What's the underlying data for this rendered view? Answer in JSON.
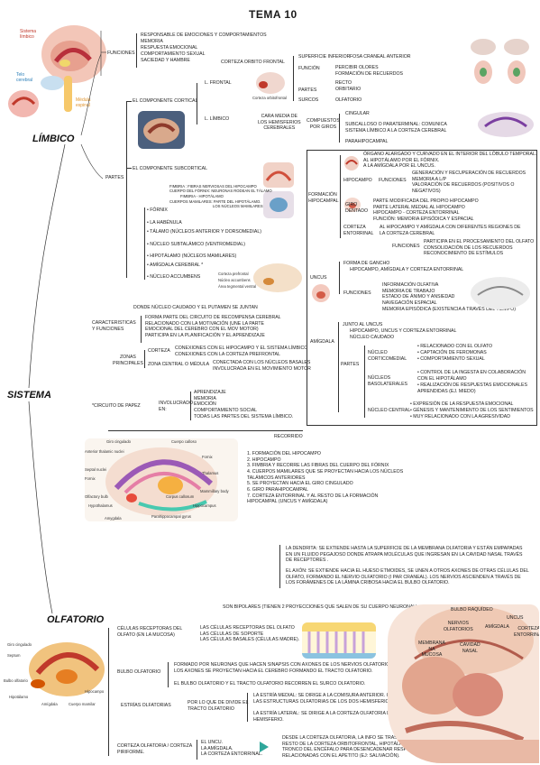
{
  "title": "TEMA 10",
  "headings": {
    "limbico": "LÍMBICO",
    "sistema": "SISTEMA",
    "olfatorio": "OLFATORIO"
  },
  "brain_top": {
    "limbic": "Sistema límbico",
    "cortex": "Telo cerebral",
    "spinal": "Médula espinal"
  },
  "funciones": {
    "label": "FUNCIONES",
    "items": [
      "RESPONSABLE DE EMOCIONES Y COMPORTAMIENTOS",
      "MEMORIA",
      "RESPUESTA EMOCIONAL",
      "COMPORTAMIENTO SEXUAL",
      "SACIEDAD Y HAMBRE"
    ]
  },
  "partes_label": "PARTES",
  "cortical": {
    "label": "EL COMPONENTE CORTICAL",
    "l_frontal": "L. FRONTAL",
    "corteza_orbito": "CORTEZA ORBITO FRONTAL",
    "corteza_orbito_caption": "Corteza orbitofrontal",
    "superficie": "SUPERFICIE INFERIOR",
    "fosa": "FOSA CRANEAL ANTERIOR",
    "funcion": "FUNCIÓN",
    "funcion_items": "PERCIBIR OLORES\nFORMACIÓN DE RECUERDOS",
    "partes": "PARTES",
    "recto": "RECTO\nORBITARIO",
    "surcos": "SURCOS",
    "olfatorio": "OLFATORIO",
    "l_limbico": "L. LÍMBICO",
    "cara_media": "CARA MEDIA DE\nLOS HEMISFERIOS\nCEREBRALES",
    "compuestos": "COMPUESTOS\nPOR GIROS",
    "cingular": "CINGULAR",
    "subcalloso": "SUBCALLOSO O PARATERMINAL: COMUNICA\nSISTEMA LÍMBICO A LA CORTEZA CEREBRAL",
    "parahipocampal": "PARAHIPOCAMPAL"
  },
  "subcortical": {
    "label": "EL COMPONENTE SUBCORTICAL",
    "fimbria_notes": "FIMBRIA : FIBRAS NERVIOSAS DEL HIPOCAMPO\nCUERPO DEL FÓRNIX: NEURONAS RODEAN EL TÁLAMO",
    "fimbria_sub": "FIMBRIA - HIPOTÁLAMO",
    "mamilares": "CUERPOS MAMILARES: PARTE DEL HIPOTÁLAMO.",
    "nucleos_tal": "LOS NÚCLEOS MAMILARES",
    "items": [
      "FÓRNIX",
      "LA HABÉNULA",
      "TÁLAMO (NÚCLEOS ANTERIOR Y DORSOMEDIAL)",
      "NÚCLEO SUBTALÁMICO (VENTROMEDIAL)",
      "HIPOTÁLAMO (NÚCLEOS MAMILARES)",
      "AMÍGDALA CEREBRAL *",
      "NÚCLEO ACCUMBENS"
    ],
    "accumbens_caption": "Corteza prefrontal\nNúcleo accumbens\nÁrea tegmental ventral",
    "donde": "DONDE NÚCLEO CAUDADO Y EL PUTAMEN SE JUNTAN"
  },
  "hipocampal": {
    "formacion": "FORMACIÓN\nHIPOCAMPAL",
    "organo": "ÓRGANO ALARGADO Y CURVADO EN EL INTERIOR DEL LÓBULO TEMPORAL.\nAL HIPOTÁLAMO POR EL FÓRNIX.\nA LA AMÍGDALA POR EL UNCUS.",
    "hipocampo": "HIPOCAMPO",
    "funciones": "FUNCIONES",
    "hip_funciones": "GENERACIÓN Y RECUPERACIÓN DE RECUERDOS\nMEMORIA A L/P\nVALORACIÓN DE RECUERDOS (POSITIVOS O NEGATIVOS)",
    "giro_dentado": "GIRO\nDENTADO",
    "giro_text": "PARTE MODIFICADA DEL PROPIO HIPOCAMPO\nPARTE LATERAL MEDIAL AL HIPOCAMPO\nHIPOCAMPO - CORTEZA ENTORRINAL\nFUNCIÓN: MEMORIA EPISÓDICA Y ESPACIAL",
    "corteza_entorrinal": "CORTEZA\nENTORRINAL",
    "entorrinal_text": "AL HIPOCAMPO Y AMÍGDALA CON DIFERENTES REGIONES DE\nLA CORTEZA CEREBRAL",
    "ent_funciones": "PARTICIPA EN EL PROCESAMIENTO DEL OLFATO\nCONSOLIDACIÓN DE LOS RECUERDOS\nRECONOCIMIENTO DE ESTÍMULOS",
    "uncus": "UNCUS",
    "forma": "FORMA DE GANCHO",
    "forma_sub": "HIPOCAMPO, AMÍGDALA Y CORTEZA ENTORRINAL",
    "uncus_funciones": "FUNCIONES",
    "uncus_items": "INFORMACIÓN OLFATIVA\nMEMORIA DE TRABAJO\nESTADO DE ÁNIMO Y ANSIEDAD\nNAVEGACIÓN ESPACIAL\nMEMORIA EPISÓDICA (EXISTENCIA A TRAVÉS DEL TIEMPO)",
    "amigdala": "AMÍGDALA",
    "junto": "JUNTO AL UNCUS",
    "junto_items": "HIPOCAMPO, UNCUS Y CORTEZA ENTORRINAL\nNÚCLEO CAUDADO",
    "amig_partes": "PARTES",
    "corticomedial": "NÚCLEO\nCORTICOMEDIAL",
    "corticomedial_items": [
      "RELACIONADO CON EL OLFATO",
      "CAPTACIÓN DE FEROMONAS",
      "COMPORTAMIENTO SEXUAL"
    ],
    "basolaterales": "NÚCLEOS\nBASOLATERALES",
    "basolaterales_items": [
      "CONTROL DE LA INGESTA EN COLABORACIÓN CON EL HIPOTÁLAMO",
      "REALIZACIÓN DE RESPUESTAS EMOCIONALES APRENDIDAS (EJ. MIEDO)"
    ],
    "central": "NÚCLEO CENTRAL",
    "central_items": [
      "EXPRESIÓN DE LA RESPUESTA EMOCIONAL",
      "GÉNESIS Y MANTENIMIENTO DE LOS SENTIMIENTOS",
      "MUY RELACIONADO CON LA AGRESIVIDAD"
    ]
  },
  "caracteristicas": {
    "label": "CARACTERISTICAS\nY FUNCIONES",
    "text": "FORMA PARTE DEL CIRCUITO DE RECOMPENSA CEREBRAL\nRELACIONADO CON LA MOTIVACIÓN (UNE LA PARTE\nEMOCIONAL DEL CEREBRO CON EL MOV MOTOR)\nPARTICIPA EN LA PLANIFICACIÓN Y EL APRENDIZAJE"
  },
  "zonas": {
    "label": "ZONAS\nPRINCIPALES",
    "corteza": "CORTEZA",
    "corteza_text": "CONEXIONES CON EL HIPOCAMPO Y EL SISTEMA LÍMBICO\nCONEXIONES CON LA CORTEZA PREFRONTAL",
    "medula": "ZONA CENTRAL O MÉDULA",
    "medula_text": "CONECTADA CON LOS NÚCLEOS BASALES\nINVOLUCRADA EN EL MOVIMIENTO MOTOR"
  },
  "papez": {
    "label": "*CIRCUITO DE PAPEZ",
    "involucrado": "INVOLUCRADO\nEN:",
    "items": "APRENDIZAJE\nMEMORIA\nEMOCIÓN\nCOMPORTAMIENTO SOCIAL\nTODAS LAS PARTES DEL SISTEMA LÍMBICO.",
    "recorrido": "RECORRIDO",
    "steps": [
      "FORMACIÓN DEL HIPOCAMPO",
      "HIPOCAMPO",
      "FIMBRIA Y RECORRE LAS FIBRAS DEL CUERPO DEL FÓRNIX",
      "CUERPOS MAMILARES QUE SE PROYECTAN HACIA LOS NÚCLEOS TALÁMICOS ANTERIORES",
      "SE PROYECTAN HACIA EL GIRO CINGULADO",
      "GIRO PARAHIPOCAMPAL",
      "CORTEZA ENTORRINAL Y AL RESTO DE LA FORMACIÓN HIPOCAMPAL (UNCUS Y AMÍGDALA)"
    ],
    "diagram_labels": [
      "Giro cingulado",
      "Corpus callosum",
      "Anterior thalamic nuclei",
      "Septal nuclei",
      "Fornix",
      "Fornix",
      "Olfactory bulb",
      "Hypothalamus",
      "Amygdala",
      "Parahippocampal gyrus",
      "Hippocampus",
      "Mammillary body",
      "Thalamus",
      "Cuerpo calloso"
    ]
  },
  "olfatorio": {
    "dendrita": "LA DENDRITA: SE EXTIENDE HASTA LA SUPERFICIE DE LA MEMBRANA OLFATORIA Y ESTÁN EMPAPADAS\nEN UN FLUIDO PEGAJOSO DONDE ATRAPA MOLÉCULAS QUE INGRESAN EN LA CAVIDAD NASAL TRAVÉS\nDE RECEPTORES .",
    "axon": "EL AXÓN: SE EXTIENDE HACIA EL HUESO ETMOIDES, SE UNEN A OTROS AXONES DE OTRAS CÉLULAS DEL\nOLFATO, FORMANDO EL NERVIO OLFATORIO (I PAR CRANEAL). LOS NERVIOS ASCIENDEN A TRAVÉS DE\nLOS FORÁMENES DE LA LÁMINA CRIBOSA HACIA EL BULBO OLFATORIO.",
    "bipolares": "SON BIPOLARES (TIENEN 2 PROYECCIONES QUE SALEN DE SU CUERPO NEURONAL).",
    "celulas": "CÉLULAS RECEPTORAS DEL\nOLFATO (EN LA MUCOSA)",
    "celulas_items": "LAS CÉLULAS RECEPTORAS DEL OLFATO\nLAS CÉLULAS DE SOPORTE\nLAS CÉLULAS BASALES (CÉLULAS MADRE).",
    "bulbo": "BULBO OLFATORIO",
    "bulbo_text": "FORMADO POR NEURONAS QUE HACEN SINAPSIS CON AXONES DE LOS NERVIOS OLFATORIOS.\nLOS AXONES SE PROYECTAN HACIA EL CEREBRO FORMANDO EL TRACTO OLFATORIO.",
    "bulbo_text2": "EL BULBO OLFATORIO Y EL TRACTO OLFATORIO RECORREN EL SURCO OLFATORIO.",
    "estrias": "ESTRÍAS OLFATORIAS",
    "estrias_text": "POR LO QUE DE DIVIDE EL\nTRACTO OLFATORIO",
    "medial": "LA ESTRÍA MEDIAL: SE DIRIGE A LA COMISURA ANTERIOR. CONECTA\nLAS ESTRUCTURAS OLFATORIAS DE LOS DOS HEMISFERIOS.",
    "lateral": "LA ESTRÍA LATERAL: SE DIRIGE A LA CORTEZA OLFATORIA DEL MISMO\nHEMISFERIO.",
    "corteza": "CORTEZA OLFATORIA / CORTEZA\nPIRIFORME.",
    "corteza_items": "EL UNCU.\nLA AMÍGDALA.\nLA CORTEZA ENTORRINAL.",
    "corteza_text": "DESDE LA CORTEZA OLFATORIA, LA INFO SE TRASMITE AL\nRESTO DE LA CORTEZA ORBITOFRONTAL, HIPOTÁLAMO Y\nTRONCO DEL ENCÉFALO PARA DESENCADENAR RESPUESTAS\nRELACIONADAS CON EL APETITO (EJ: SALIVACIÓN).",
    "brain_labels": [
      "Giro cingulado",
      "Septum",
      "Bulbo olfatorio",
      "Hipotálamo",
      "Amígdala",
      "Hipocampo",
      "Cuerpo mamilar"
    ],
    "head_labels": [
      "BULBO RAQUÍDEO",
      "NERVIOS\nOLFATORIOS",
      "UNCUS",
      "AMÍGDALA",
      "CORTEZA\nENTORRINAL",
      "MEMBRANA\nNA\nMUCOSA",
      "CAVIDAD\nNASAL"
    ]
  }
}
